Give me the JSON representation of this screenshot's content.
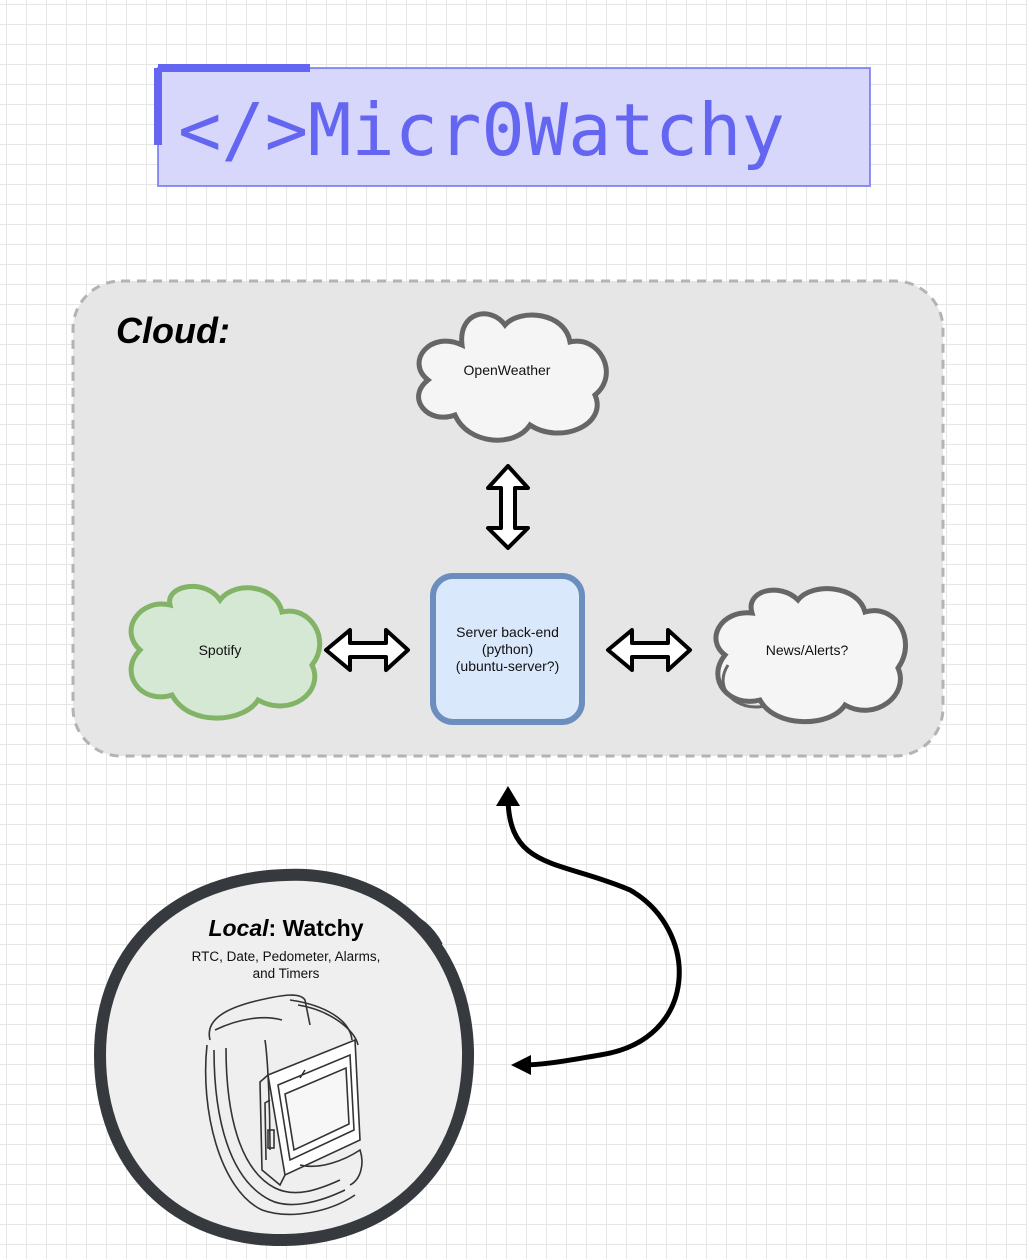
{
  "title": {
    "text": "</>Micr0Watchy"
  },
  "cloud_group": {
    "label": "Cloud:"
  },
  "nodes": {
    "openweather": "OpenWeather",
    "spotify": "Spotify",
    "server": [
      "Server back-end",
      "(python)",
      "(ubuntu-server?)"
    ],
    "news": "News/Alerts?"
  },
  "local": {
    "title_prefix": "Local",
    "title_suffix": ": Watchy",
    "description": [
      "RTC, Date, Pedometer, Alarms,",
      "and Timers"
    ]
  },
  "colors": {
    "title_fill": "#d7d6fb",
    "title_accent": "#6466f1",
    "cloud_area_fill": "#e6e6e6",
    "spotify_fill": "#d5e8d4",
    "spotify_stroke": "#82b366",
    "server_fill": "#dae8fc",
    "server_stroke": "#6c8ebf",
    "cloud_node_fill": "#f5f5f5",
    "cloud_node_stroke": "#666666",
    "local_circle_stroke": "#36393d"
  }
}
